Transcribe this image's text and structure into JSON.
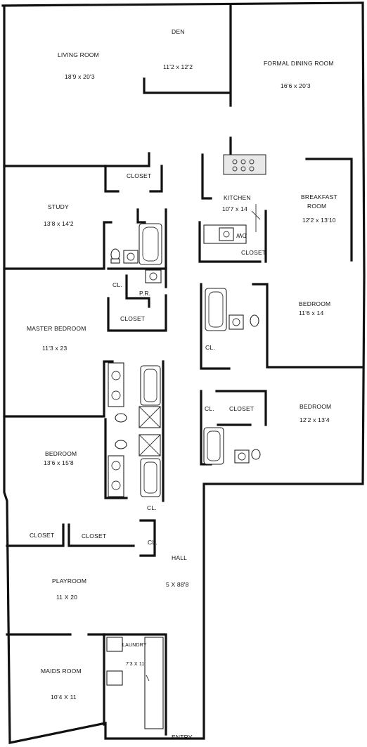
{
  "rooms": {
    "den": {
      "name": "DEN",
      "dims": "11'2 x 12'2"
    },
    "living_room": {
      "name": "LIVING ROOM",
      "dims": "18'9 x 20'3"
    },
    "formal_dining": {
      "name": "FORMAL DINING ROOM",
      "dims": "16'6 x 20'3"
    },
    "study": {
      "name": "STUDY",
      "dims": "13'8 x 14'2"
    },
    "kitchen": {
      "name": "KITCHEN",
      "dims": "10'7 x 14"
    },
    "breakfast_room": {
      "name_line1": "BREAKFAST",
      "name_line2": "ROOM",
      "dims": "12'2 x 13'10"
    },
    "master_bedroom": {
      "name": "MASTER BEDROOM",
      "dims": "11'3 x 23"
    },
    "bedroom_east_1": {
      "name": "BEDROOM",
      "dims": "11'6 x 14"
    },
    "bedroom_east_2": {
      "name": "BEDROOM",
      "dims": "12'2 x 13'4"
    },
    "bedroom_west": {
      "name": "BEDROOM",
      "dims": "13'6 x 15'8"
    },
    "playroom": {
      "name": "PLAYROOM",
      "dims": "11 X 20"
    },
    "hall": {
      "name": "HALL",
      "dims": "5 X 88'8"
    },
    "maids_room": {
      "name": "MAIDS ROOM",
      "dims": "10'4 X 11"
    },
    "laundry": {
      "name": "LAUNDRY",
      "dims": "7'3 X 11"
    }
  },
  "labels": {
    "closet": "CLOSET",
    "cl": "CL.",
    "pr": "P.R.",
    "dw": "DW",
    "entry": "ENTRY"
  }
}
